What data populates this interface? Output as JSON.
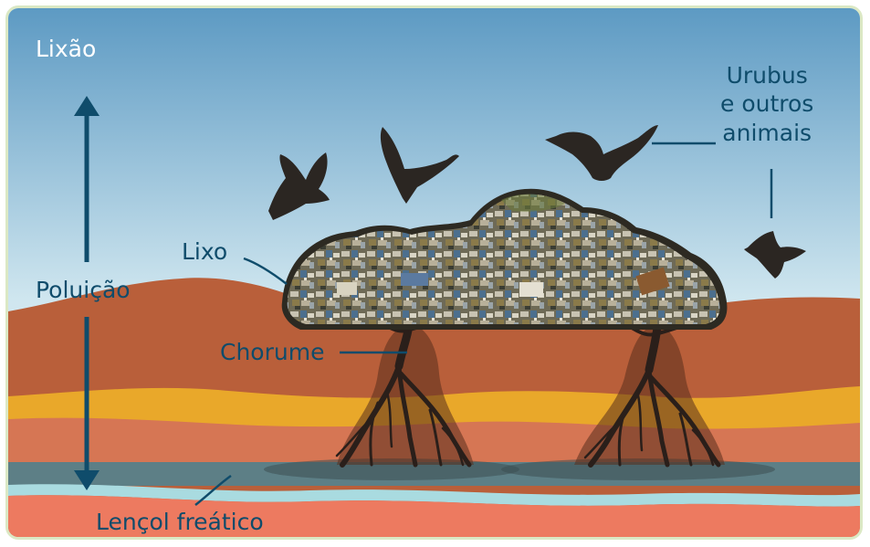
{
  "title": "Lixão",
  "labels": {
    "pollution": "Poluição",
    "garbage": "Lixo",
    "leachate": "Chorume",
    "water_table": "Lençol freático",
    "animals_line1": "Urubus",
    "animals_line2": "e outros",
    "animals_line3": "animais"
  },
  "colors": {
    "sky_top": "#5d9ac3",
    "sky_bottom": "#eef5f2",
    "soil_dark": "#b95f3a",
    "soil_yellow": "#e9a82a",
    "soil_light": "#d4724f",
    "groundwater_band": "#5d7f86",
    "water": "#a9dbe0",
    "bottom_soil": "#ed7a60",
    "label_text": "#0f4c6b",
    "arrow": "#0f4c6b",
    "leachate": "#2a1f1a"
  },
  "icons": [
    "vulture-icon",
    "vulture-icon",
    "vulture-icon",
    "vulture-icon",
    "garbage-pile-icon",
    "leachate-roots-icon",
    "double-arrow-icon"
  ]
}
